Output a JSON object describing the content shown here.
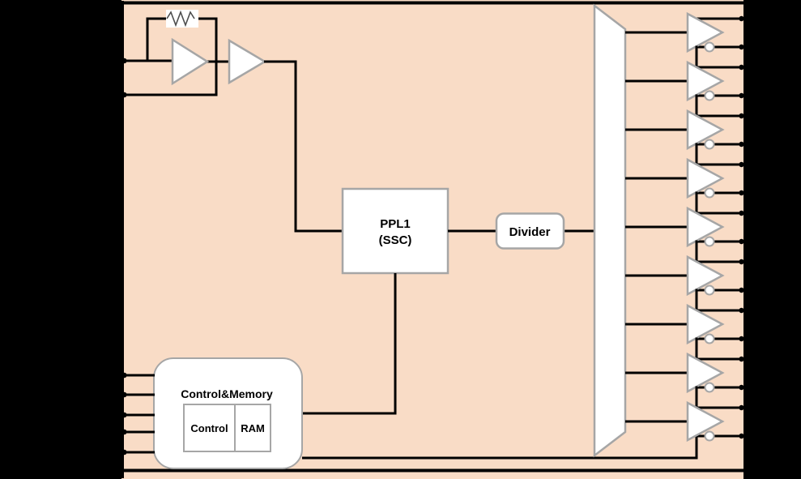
{
  "blocks": {
    "pll": {
      "label_line1": "PPL1",
      "label_line2": "(SSC)"
    },
    "divider": {
      "label": "Divider"
    },
    "control_memory": {
      "title": "Control&Memory",
      "sub_blocks": [
        {
          "label": "Control"
        },
        {
          "label": "RAM"
        }
      ]
    }
  },
  "oscillator": {
    "amplifier_count": 2,
    "has_feedback_resistor": true,
    "crystal_pin_count": 2
  },
  "io": {
    "left_control_pin_count": 5,
    "output_buffer_count": 9,
    "pins_per_buffer": 2,
    "right_pin_count": 18
  },
  "colors": {
    "background": "#000000",
    "chip_fill": "#f9dcc6",
    "block_fill": "#ffffff",
    "block_stroke": "#a6a6a6",
    "wire": "#000000",
    "resistor_stroke": "#4d4d4d",
    "text": "#000000"
  }
}
